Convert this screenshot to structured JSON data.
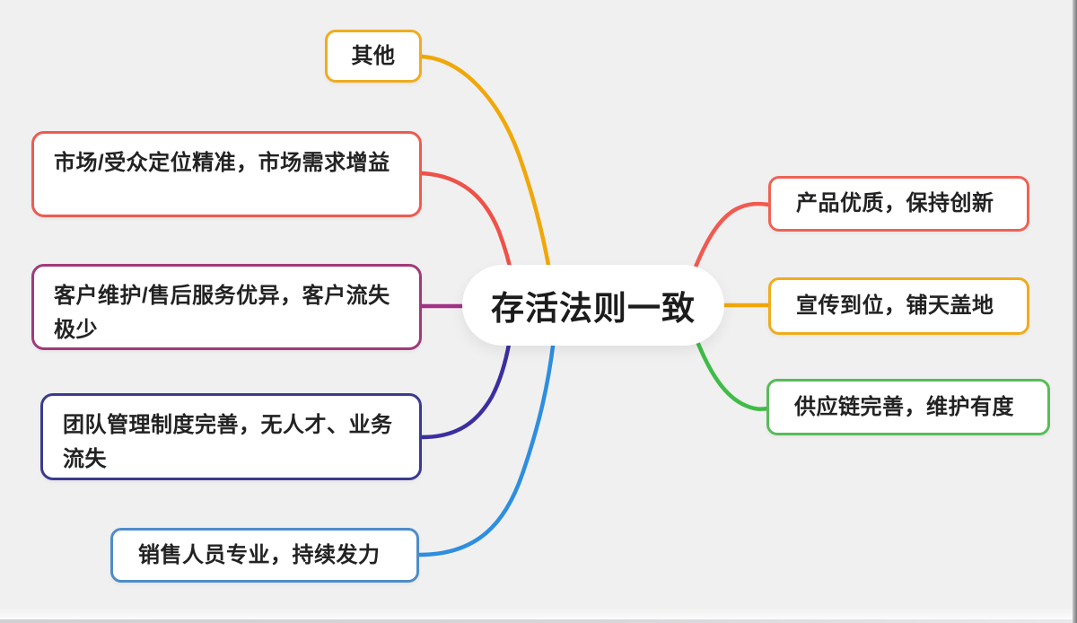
{
  "diagram": {
    "type": "mindmap",
    "background": "#F1F0F0",
    "center": {
      "label": "存活法则一致",
      "fill": "#FFFFFF",
      "text_color": "#1C1C1C"
    },
    "nodes": [
      {
        "id": "other",
        "side": "top-left",
        "label": "其他",
        "color": "#EFAC1D"
      },
      {
        "id": "market",
        "side": "left",
        "label": "市场/受众定位精准，市场需求增益",
        "color": "#ED5B51"
      },
      {
        "id": "customer",
        "side": "left",
        "label": "客户维护/售后服务优异，客户流失极少",
        "color": "#A03A79"
      },
      {
        "id": "team",
        "side": "left",
        "label": "团队管理制度完善，无人才、业务流失",
        "color": "#3B3A91"
      },
      {
        "id": "sales",
        "side": "left",
        "label": "销售人员专业，持续发力",
        "color": "#4E8CC9"
      },
      {
        "id": "product",
        "side": "right",
        "label": "产品优质，保持创新",
        "color": "#ED6355"
      },
      {
        "id": "promotion",
        "side": "right",
        "label": "宣传到位，铺天盖地",
        "color": "#EFAC1D"
      },
      {
        "id": "supply",
        "side": "right",
        "label": "供应链完善，维护有度",
        "color": "#57BC58"
      }
    ],
    "connectors": [
      {
        "from": "other",
        "to": "center",
        "color": "#F0A708"
      },
      {
        "from": "market",
        "to": "center",
        "color": "#EF5148"
      },
      {
        "from": "customer",
        "to": "center",
        "color": "#A13288"
      },
      {
        "from": "team",
        "to": "center",
        "color": "#3B2FA0"
      },
      {
        "from": "sales",
        "to": "center",
        "color": "#2E8EE0"
      },
      {
        "from": "center",
        "to": "product",
        "color": "#F05A50"
      },
      {
        "from": "center",
        "to": "promotion",
        "color": "#F0A708"
      },
      {
        "from": "center",
        "to": "supply",
        "color": "#3FBC47"
      }
    ]
  }
}
